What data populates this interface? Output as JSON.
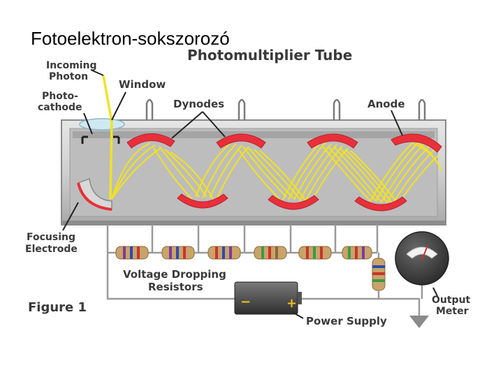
{
  "slide_title": "Fotoelektron-sokszorozó",
  "diagram": {
    "heading": "Photomultiplier Tube",
    "labels": {
      "incoming_photon_1": "Incoming",
      "incoming_photon_2": "Photon",
      "window": "Window",
      "photocathode_1": "Photo-",
      "photocathode_2": "cathode",
      "dynodes": "Dynodes",
      "anode": "Anode",
      "focusing_1": "Focusing",
      "focusing_2": "Electrode",
      "resistors_1": "Voltage Dropping",
      "resistors_2": "Resistors",
      "figure": "Figure 1",
      "power_supply": "Power Supply",
      "battery_minus": "−",
      "battery_plus": "+",
      "meter_1": "Output",
      "meter_2": "Meter"
    },
    "colors": {
      "dynode": "#e8303a",
      "electron_path": "#f5e614",
      "tube": "#c9c9c9",
      "tube_dark": "#8a8a8a"
    }
  }
}
